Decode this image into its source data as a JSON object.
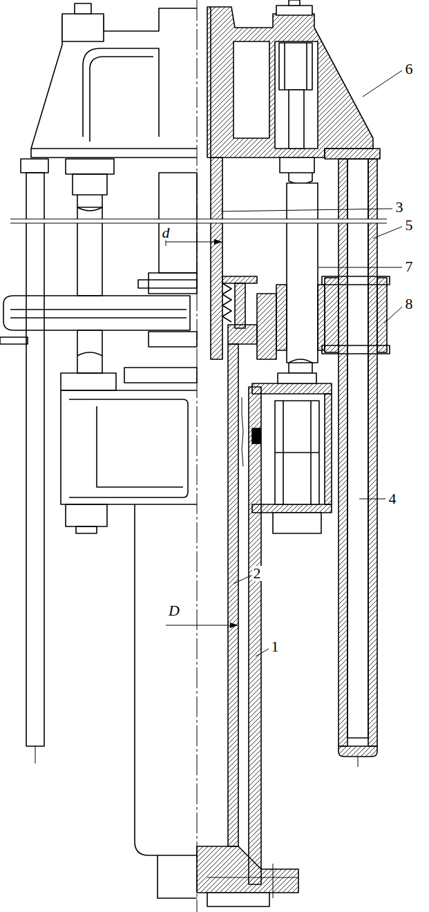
{
  "diagram": {
    "labels": [
      "6",
      "3",
      "5",
      "7",
      "8",
      "4",
      "2",
      "1",
      "d",
      "D"
    ]
  }
}
